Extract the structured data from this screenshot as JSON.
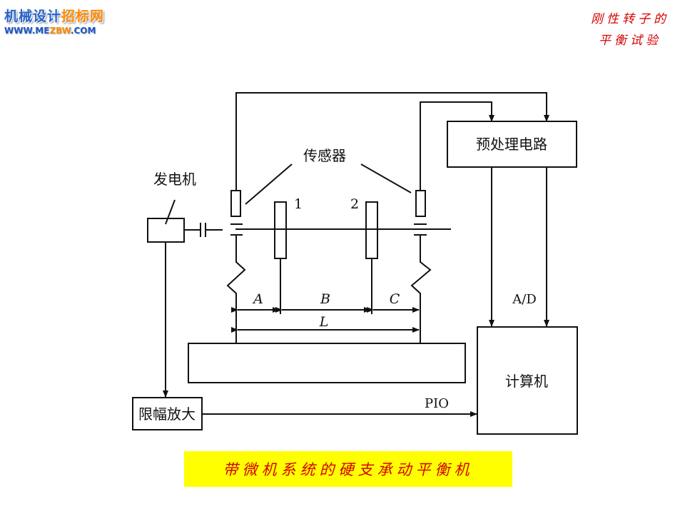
{
  "logo": {
    "name_part1": "机械设计",
    "name_part2": "招标网",
    "url_part1": "WWW.ME",
    "url_part2": "ZBW",
    "url_part3": ".COM"
  },
  "header": {
    "title_line1": "刚性转子的",
    "title_line2": "平衡试验"
  },
  "diagram": {
    "sensor_label": "传感器",
    "generator_label": "发电机",
    "preprocess_label": "预处理电路",
    "computer_label": "计算机",
    "limiter_label": "限幅放大",
    "disk1_label": "1",
    "disk2_label": "2",
    "dim_a": "A",
    "dim_b": "B",
    "dim_c": "C",
    "dim_l": "L",
    "ad_label": "A/D",
    "pio_label": "PIO"
  },
  "caption": "带微机系统的硬支承动平衡机"
}
